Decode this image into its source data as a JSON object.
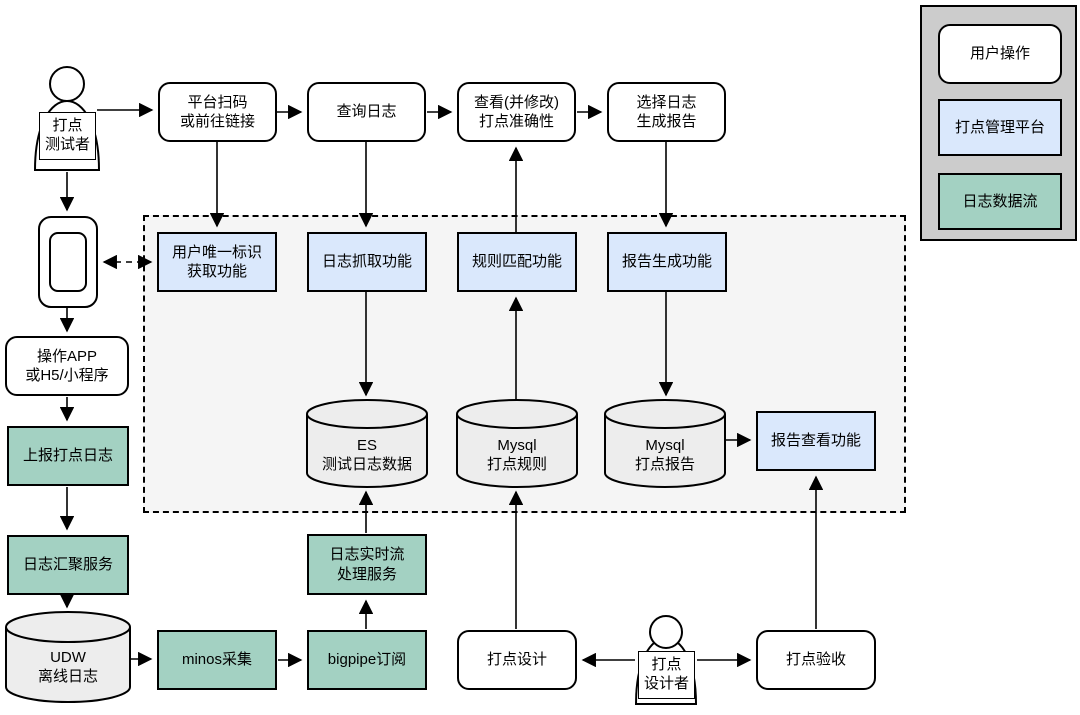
{
  "colors": {
    "user_action_fill": "#ffffff",
    "platform_fill": "#dae8fc",
    "data_flow_fill": "#a3d1c2",
    "database_fill": "#ededed",
    "container_fill": "#f5f5f5",
    "legend_fill": "#cccccc",
    "stroke": "#000000"
  },
  "legend": {
    "items": [
      {
        "label": "用户操作",
        "type": "user-action"
      },
      {
        "label": "打点管理平台",
        "type": "platform"
      },
      {
        "label": "日志数据流",
        "type": "data-flow"
      }
    ]
  },
  "actors": {
    "tester": {
      "label": "打点\n测试者"
    },
    "designer": {
      "label": "打点\n设计者"
    }
  },
  "nodes": {
    "scan": {
      "label": "平台扫码\n或前往链接"
    },
    "query_log": {
      "label": "查询日志"
    },
    "check_accuracy": {
      "label": "查看(并修改)\n打点准确性"
    },
    "select_report": {
      "label": "选择日志\n生成报告"
    },
    "uid_func": {
      "label": "用户唯一标识\n获取功能"
    },
    "log_fetch_func": {
      "label": "日志抓取功能"
    },
    "rule_match_func": {
      "label": "规则匹配功能"
    },
    "report_gen_func": {
      "label": "报告生成功能"
    },
    "report_view_func": {
      "label": "报告查看功能"
    },
    "es_db": {
      "label": "ES\n测试日志数据"
    },
    "mysql_rules_db": {
      "label": "Mysql\n打点规则"
    },
    "mysql_report_db": {
      "label": "Mysql\n打点报告"
    },
    "operate_app": {
      "label": "操作APP\n或H5/小程序"
    },
    "report_log": {
      "label": "上报打点日志"
    },
    "log_aggregation": {
      "label": "日志汇聚服务"
    },
    "udw_db": {
      "label": "UDW\n离线日志"
    },
    "minos": {
      "label": "minos采集"
    },
    "bigpipe": {
      "label": "bigpipe订阅"
    },
    "realtime_stream": {
      "label": "日志实时流\n处理服务"
    },
    "design": {
      "label": "打点设计"
    },
    "accept": {
      "label": "打点验收"
    }
  }
}
